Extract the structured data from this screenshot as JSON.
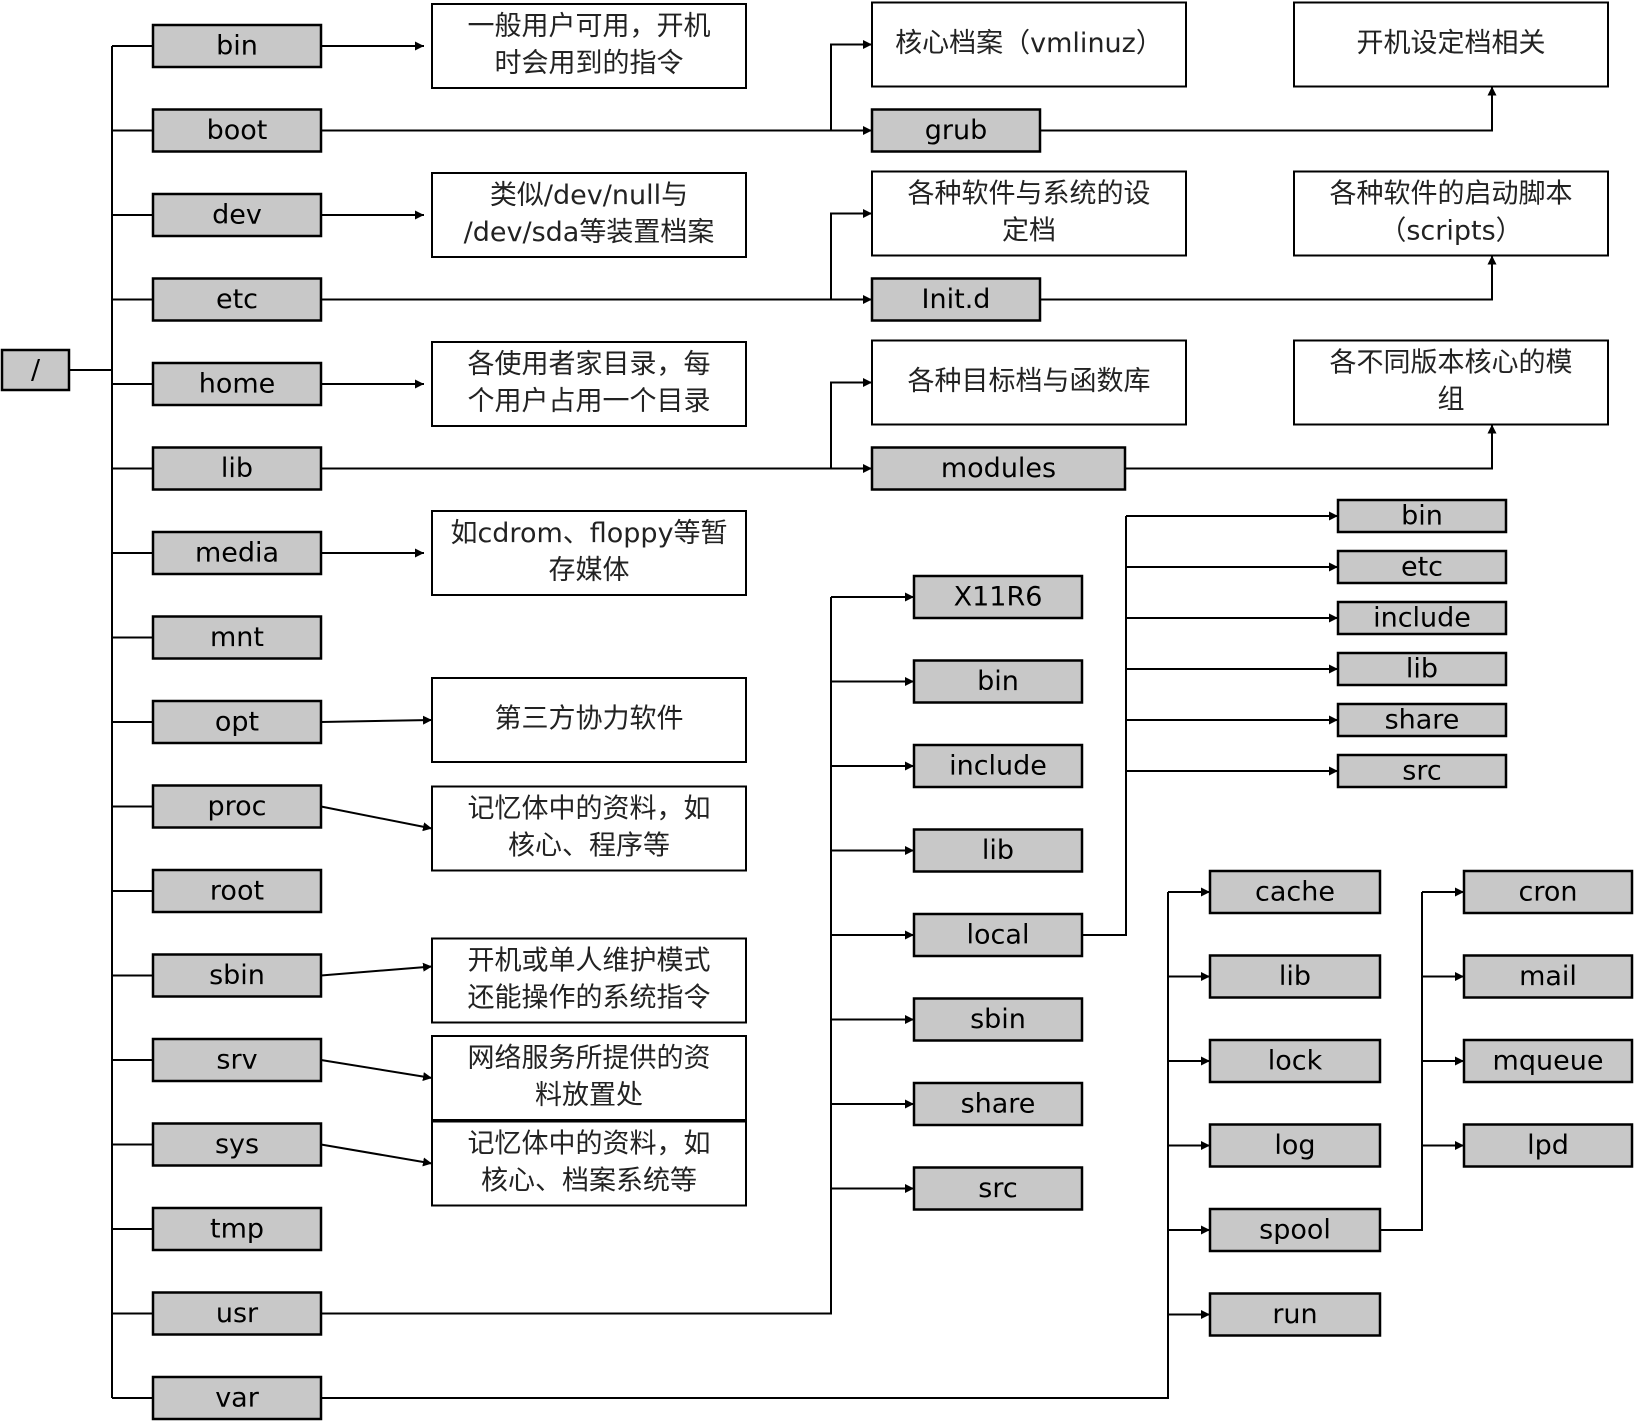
{
  "root": {
    "id": "root",
    "label": "/"
  },
  "top_dirs": [
    {
      "id": "bin",
      "label": "bin"
    },
    {
      "id": "boot",
      "label": "boot"
    },
    {
      "id": "dev",
      "label": "dev"
    },
    {
      "id": "etc",
      "label": "etc"
    },
    {
      "id": "home",
      "label": "home"
    },
    {
      "id": "lib",
      "label": "lib"
    },
    {
      "id": "media",
      "label": "media"
    },
    {
      "id": "mnt",
      "label": "mnt"
    },
    {
      "id": "opt",
      "label": "opt"
    },
    {
      "id": "proc",
      "label": "proc"
    },
    {
      "id": "root",
      "label": "root"
    },
    {
      "id": "sbin",
      "label": "sbin"
    },
    {
      "id": "srv",
      "label": "srv"
    },
    {
      "id": "sys",
      "label": "sys"
    },
    {
      "id": "tmp",
      "label": "tmp"
    },
    {
      "id": "usr",
      "label": "usr"
    },
    {
      "id": "var",
      "label": "var"
    }
  ],
  "descriptions": [
    {
      "id": "bin",
      "lines": [
        "一般用户可用，开机",
        "时会用到的指令"
      ]
    },
    {
      "id": "dev",
      "lines": [
        "类似/dev/null与",
        "/dev/sda等装置档案"
      ]
    },
    {
      "id": "home",
      "lines": [
        "各使用者家目录，每",
        "个用户占用一个目录"
      ]
    },
    {
      "id": "media",
      "lines": [
        "如cdrom、floppy等暂",
        "存媒体"
      ]
    },
    {
      "id": "opt",
      "lines": [
        "第三方协力软件"
      ]
    },
    {
      "id": "proc",
      "lines": [
        "记忆体中的资料，如",
        "核心、程序等"
      ]
    },
    {
      "id": "sbin",
      "lines": [
        "开机或单人维护模式",
        "还能操作的系统指令"
      ]
    },
    {
      "id": "srv",
      "lines": [
        "网络服务所提供的资",
        "料放置处"
      ]
    },
    {
      "id": "sys",
      "lines": [
        "记忆体中的资料，如",
        "核心、档案系统等"
      ]
    }
  ],
  "boot": {
    "kernel_desc": {
      "lines": [
        "核心档案（vmlinuz）"
      ]
    },
    "child": {
      "id": "grub",
      "label": "grub"
    },
    "child_desc": {
      "lines": [
        "开机设定档相关"
      ]
    }
  },
  "etc": {
    "config_desc": {
      "lines": [
        "各种软件与系统的设",
        "定档"
      ]
    },
    "child": {
      "id": "initd",
      "label": "Init.d"
    },
    "child_desc": {
      "lines": [
        "各种软件的启动脚本",
        "（scripts）"
      ]
    }
  },
  "lib": {
    "lib_desc": {
      "lines": [
        "各种目标档与函数库"
      ]
    },
    "child": {
      "id": "modules",
      "label": "modules"
    },
    "child_desc": {
      "lines": [
        "各不同版本核心的模",
        "组"
      ]
    }
  },
  "usr": {
    "children": [
      {
        "id": "usr-x11r6",
        "label": "X11R6"
      },
      {
        "id": "usr-bin",
        "label": "bin"
      },
      {
        "id": "usr-include",
        "label": "include"
      },
      {
        "id": "usr-lib",
        "label": "lib"
      },
      {
        "id": "usr-local",
        "label": "local"
      },
      {
        "id": "usr-sbin",
        "label": "sbin"
      },
      {
        "id": "usr-share",
        "label": "share"
      },
      {
        "id": "usr-src",
        "label": "src"
      }
    ],
    "local_children": [
      {
        "id": "local-bin",
        "label": "bin"
      },
      {
        "id": "local-etc",
        "label": "etc"
      },
      {
        "id": "local-include",
        "label": "include"
      },
      {
        "id": "local-lib",
        "label": "lib"
      },
      {
        "id": "local-share",
        "label": "share"
      },
      {
        "id": "local-src",
        "label": "src"
      }
    ]
  },
  "var": {
    "children": [
      {
        "id": "var-cache",
        "label": "cache"
      },
      {
        "id": "var-lib",
        "label": "lib"
      },
      {
        "id": "var-lock",
        "label": "lock"
      },
      {
        "id": "var-log",
        "label": "log"
      },
      {
        "id": "var-spool",
        "label": "spool"
      },
      {
        "id": "var-run",
        "label": "run"
      }
    ],
    "spool_children": [
      {
        "id": "spool-cron",
        "label": "cron"
      },
      {
        "id": "spool-mail",
        "label": "mail"
      },
      {
        "id": "spool-mqueue",
        "label": "mqueue"
      },
      {
        "id": "spool-lpd",
        "label": "lpd"
      }
    ]
  }
}
